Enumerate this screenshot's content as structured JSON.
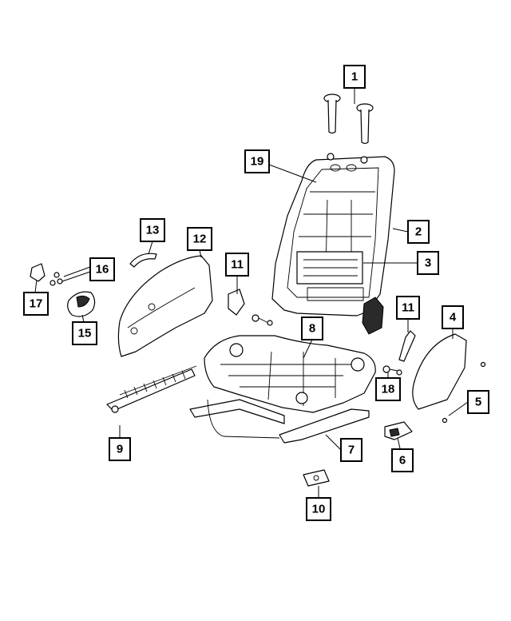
{
  "callouts": [
    {
      "id": "1",
      "label": "1"
    },
    {
      "id": "2",
      "label": "2"
    },
    {
      "id": "3",
      "label": "3"
    },
    {
      "id": "4",
      "label": "4"
    },
    {
      "id": "5",
      "label": "5"
    },
    {
      "id": "6",
      "label": "6"
    },
    {
      "id": "7",
      "label": "7"
    },
    {
      "id": "8",
      "label": "8"
    },
    {
      "id": "9",
      "label": "9"
    },
    {
      "id": "10",
      "label": "10"
    },
    {
      "id": "11a",
      "label": "11"
    },
    {
      "id": "11b",
      "label": "11"
    },
    {
      "id": "12",
      "label": "12"
    },
    {
      "id": "13",
      "label": "13"
    },
    {
      "id": "15",
      "label": "15"
    },
    {
      "id": "16",
      "label": "16"
    },
    {
      "id": "17",
      "label": "17"
    },
    {
      "id": "18",
      "label": "18"
    },
    {
      "id": "19",
      "label": "19"
    }
  ],
  "colors": {
    "line": "#000000",
    "background": "#ffffff"
  }
}
